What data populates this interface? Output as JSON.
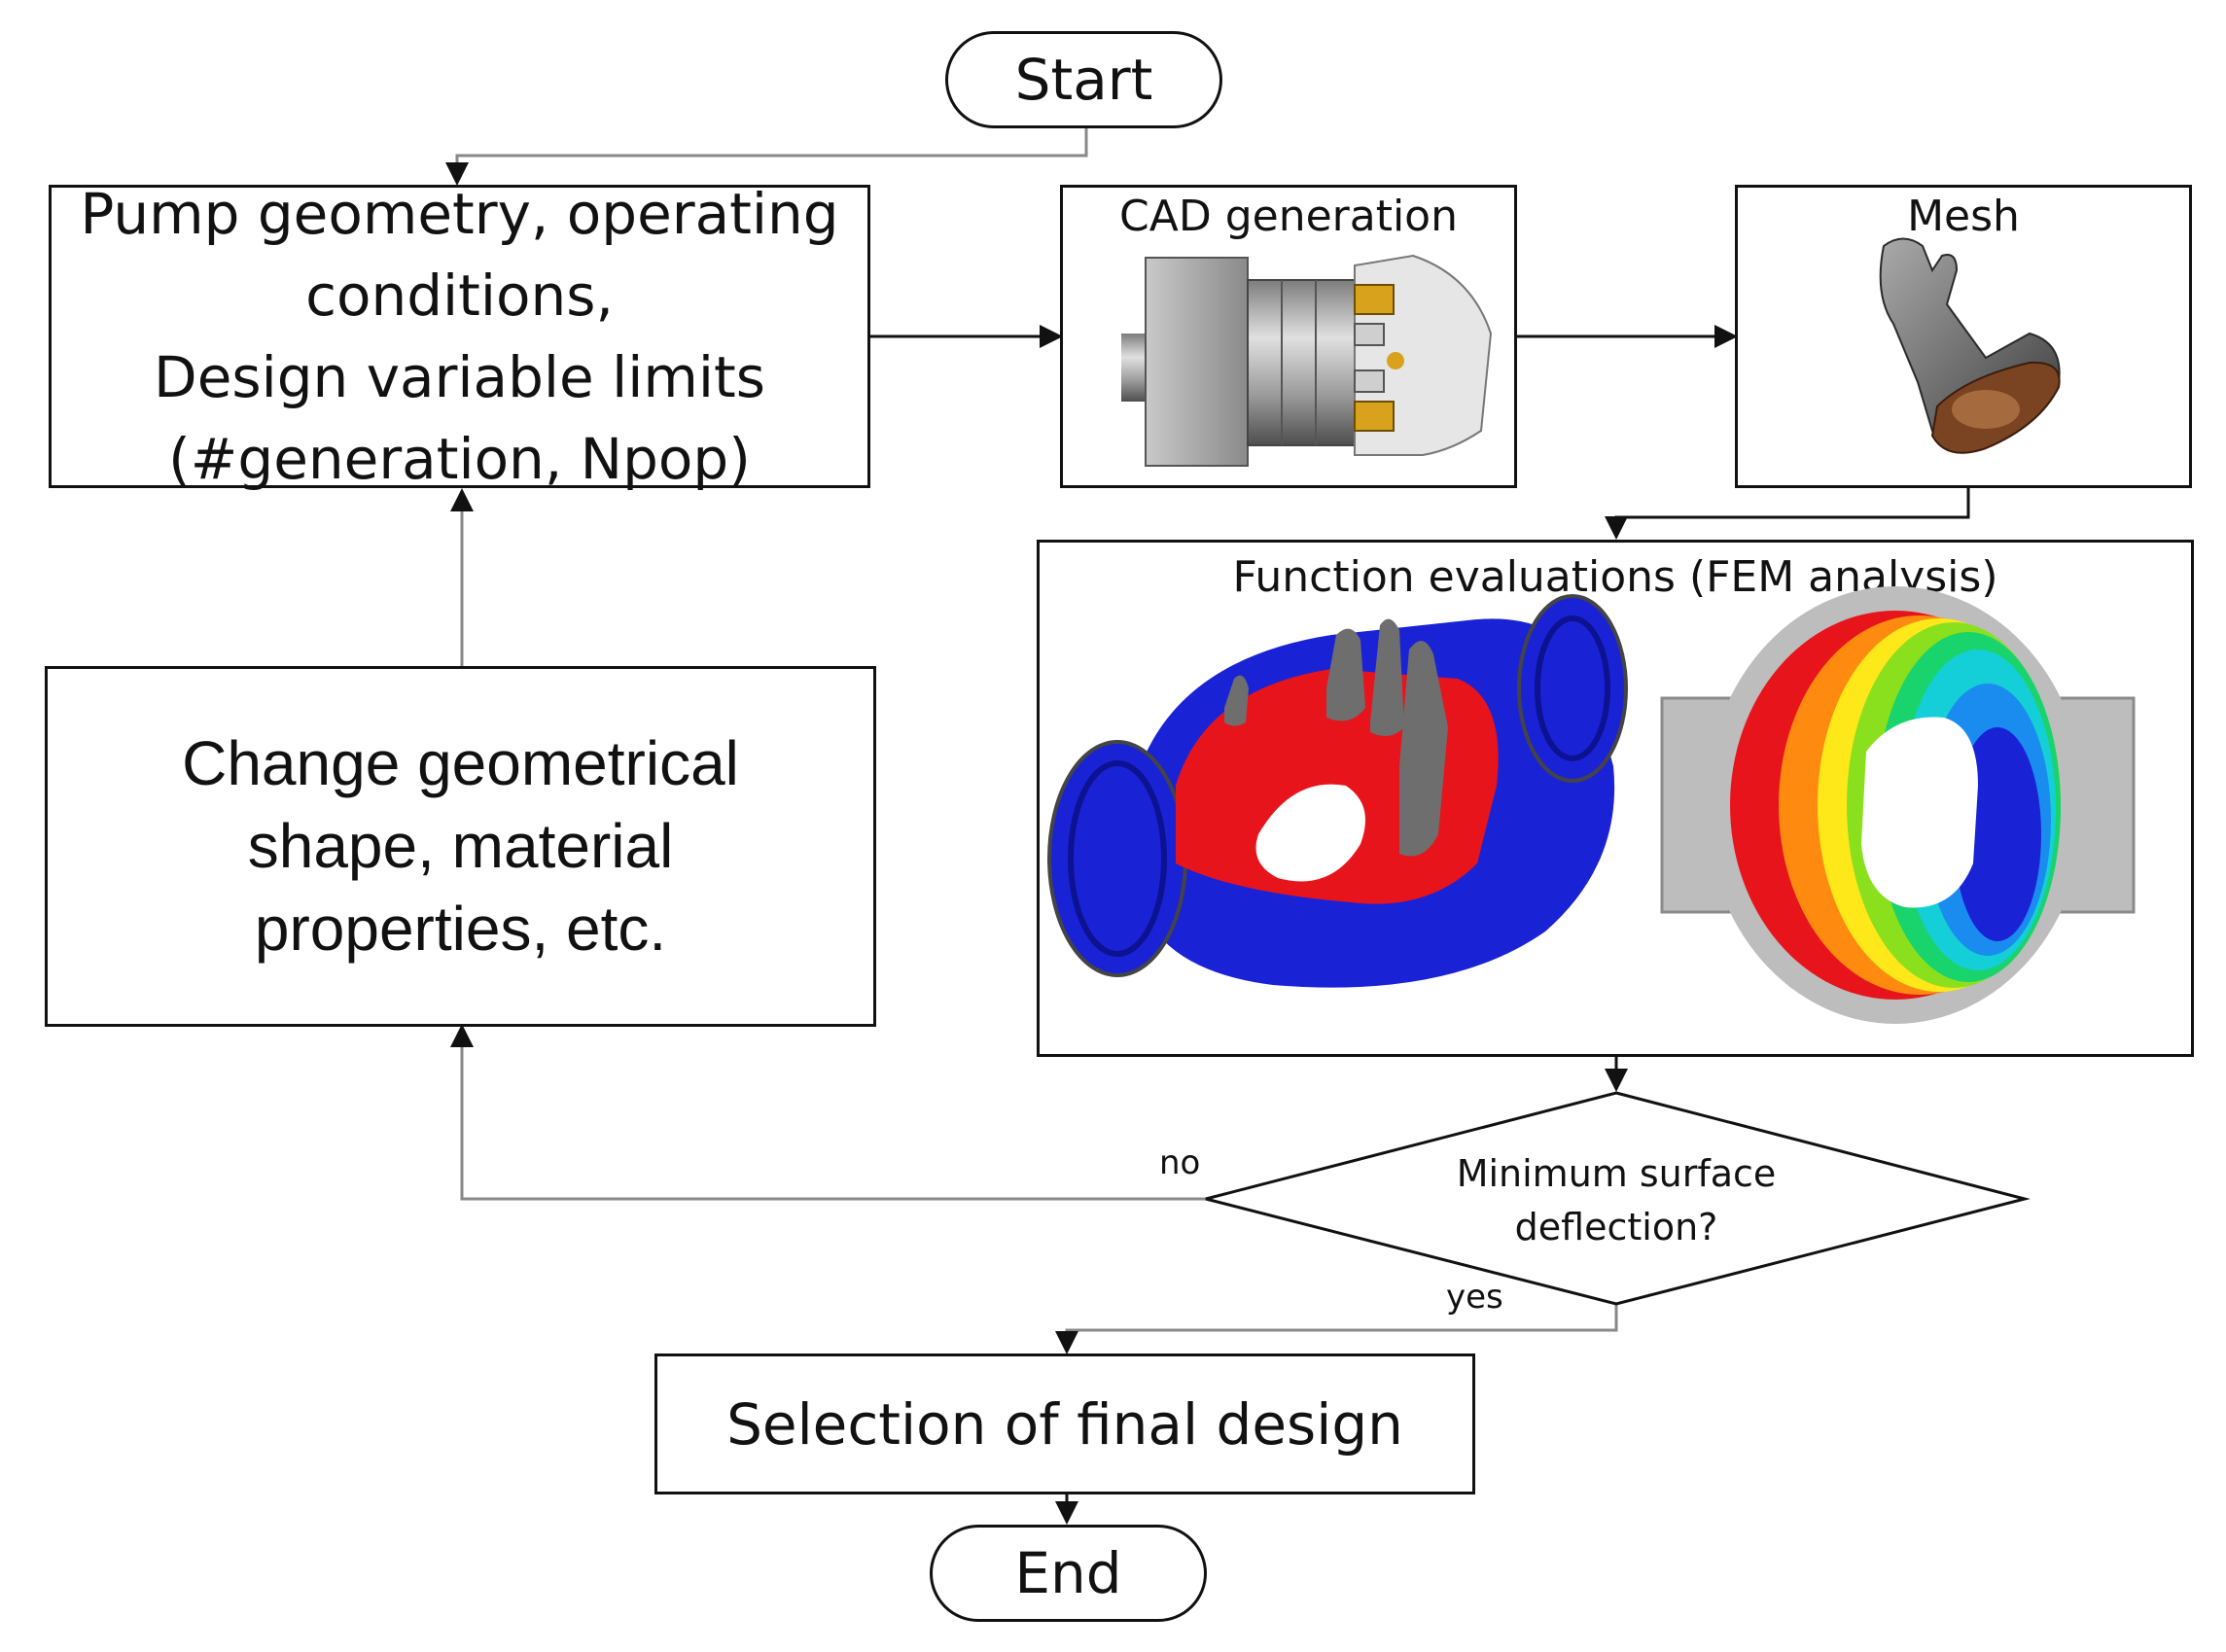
{
  "nodes": {
    "start": "Start",
    "input_lines": [
      "Pump geometry, operating",
      "conditions,",
      "Design variable limits",
      "(#generation, Npop)"
    ],
    "cad_title": "CAD generation",
    "mesh_title": "Mesh",
    "function_title": "Function evaluations (FEM analysis)",
    "change_lines": [
      "Change geometrical",
      "shape, material",
      "properties, etc."
    ],
    "decision_lines": [
      "Minimum surface",
      "deflection?"
    ],
    "selection": "Selection of final design",
    "end": "End"
  },
  "edges": {
    "no_label": "no",
    "yes_label": "yes"
  },
  "colors": {
    "fem_blue": "#1a22d6",
    "fem_red": "#e8141c",
    "fem_grey": "#6e6e6e",
    "steel": "#b9b9b9",
    "brass": "#d9a21c",
    "mesh_brown": "#7a4422"
  }
}
